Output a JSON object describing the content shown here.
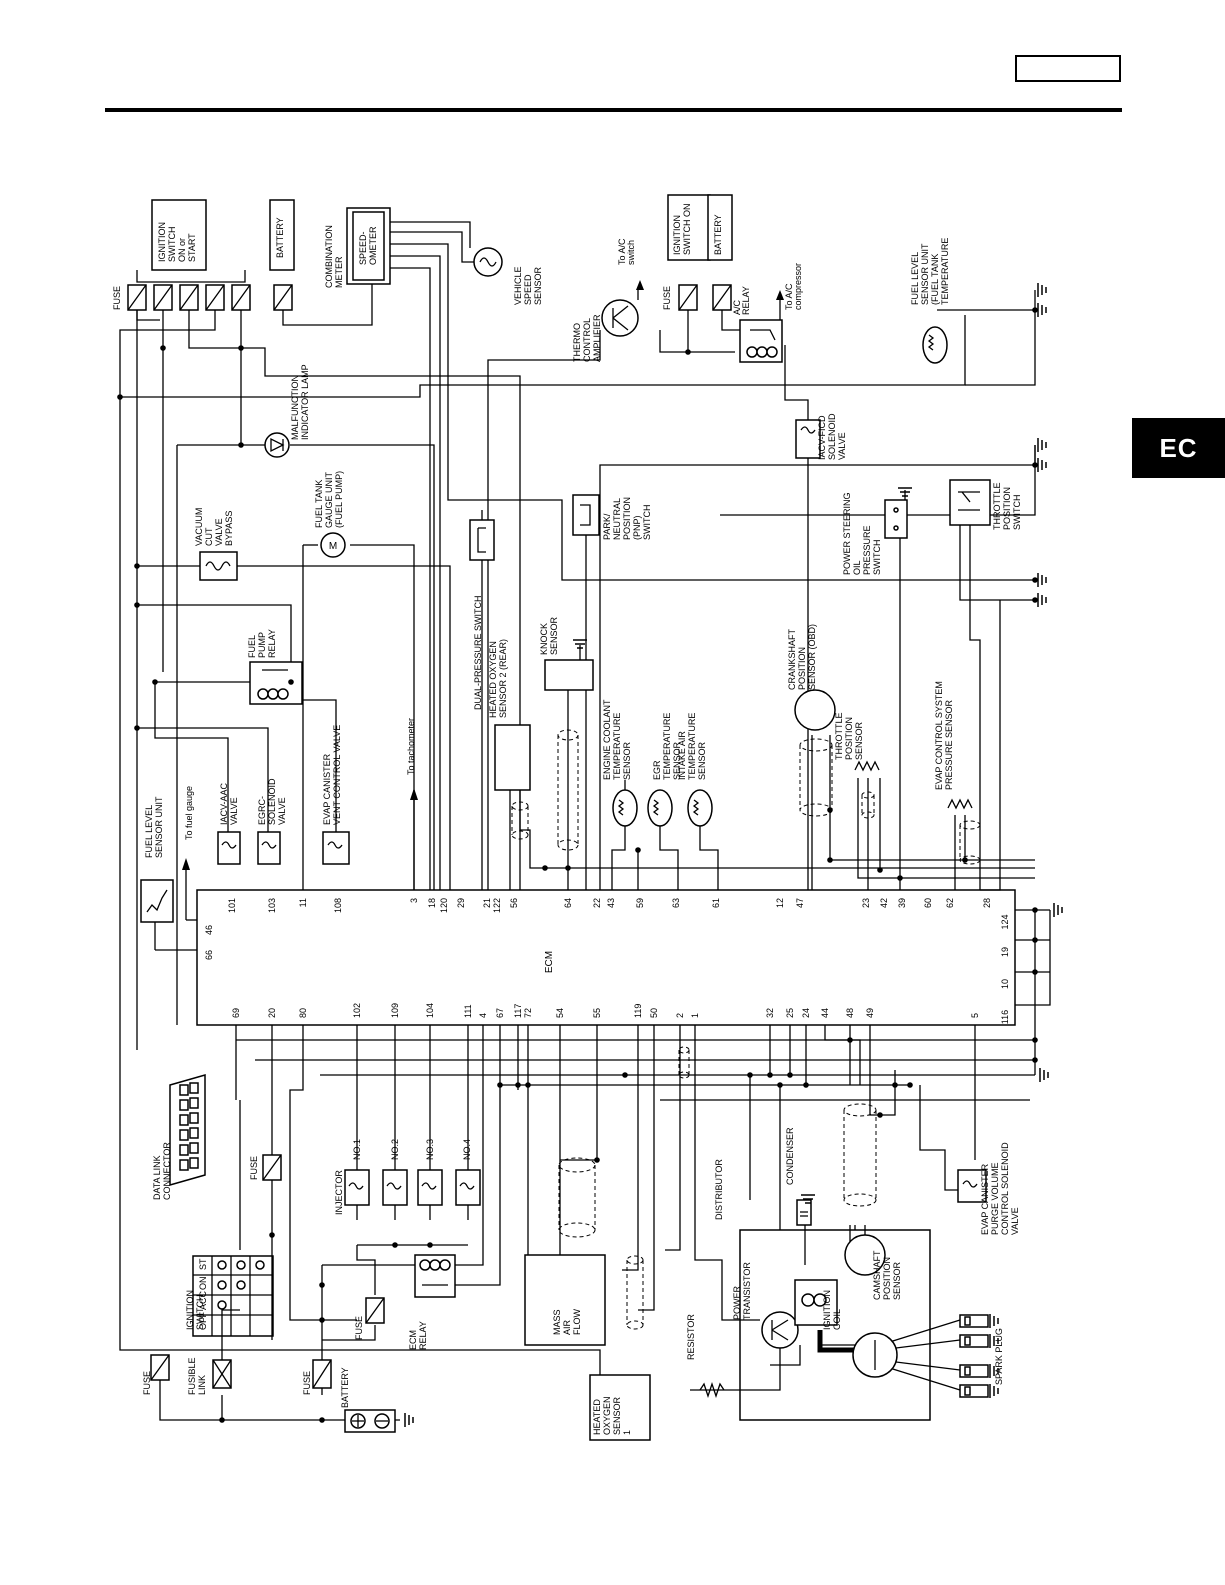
{
  "section_tab": "EC",
  "ecm": {
    "label": "ECM",
    "top_pins": [
      "101",
      "103",
      "11",
      "108",
      "3",
      "18",
      "120",
      "29",
      "21",
      "122",
      "56",
      "64",
      "22",
      "43",
      "59",
      "63",
      "61",
      "12",
      "47",
      "23",
      "42",
      "39",
      "60",
      "62",
      "28"
    ],
    "right_pins": [
      "124",
      "19",
      "10",
      "116"
    ],
    "bottom_pins": [
      "69",
      "20",
      "80",
      "102",
      "109",
      "104",
      "111",
      "4",
      "67",
      "117",
      "72",
      "54",
      "55",
      "119",
      "50",
      "2",
      "1",
      "32",
      "25",
      "24",
      "44",
      "48",
      "49",
      "5"
    ],
    "left_pins": [
      "46",
      "66"
    ]
  },
  "labels": {
    "ignition_switch_top": "IGNITION SWITCH ON or START",
    "battery_top": "BATTERY",
    "fuse_top": "FUSE",
    "combination_meter": "COMBINATION METER",
    "speedometer": "SPEED- OMETER",
    "vehicle_speed_sensor": "VEHICLE SPEED SENSOR",
    "thermo_control_amplifier": "THERMO CONTROL AMPLIFIER",
    "to_ac_switch": "To A/C switch",
    "fuse_ign_on": "FUSE",
    "ignition_switch_on": "IGNITION SWITCH ON",
    "battery_ac": "BATTERY",
    "ac_relay": "A/C RELAY",
    "to_ac_compressor": "To A/C compressor",
    "fuel_level_sensor_unit_temp": "FUEL LEVEL SENSOR UNIT (FUEL TANK TEMPERATURE SENSOR)",
    "malfunction_indicator_lamp": "MALFUNCTION INDICATOR LAMP",
    "iacv_ficd": "IACV-FICD SOLENOID VALVE",
    "fuel_tank_gauge_unit": "FUEL TANK GAUGE UNIT (FUEL PUMP)",
    "vacuum_cut_valve": "VACUUM CUT VALVE BYPASS VALVE",
    "pnp_switch": "PARK/ NEUTRAL POSITION (PNP) SWITCH",
    "throttle_position_switch": "THROTTLE POSITION SWITCH",
    "power_steering": "POWER STEERING OIL PRESSURE SWITCH",
    "fuel_pump_relay": "FUEL PUMP RELAY",
    "dual_pressure_switch": "DUAL-PRESSURE SWITCH",
    "heated_oxygen_rear": "HEATED OXYGEN SENSOR 2 (REAR)",
    "knock_sensor": "KNOCK SENSOR",
    "crankshaft_sensor": "CRANKSHAFT POSITION SENSOR (OBD)",
    "fuel_level_sensor_unit": "FUEL LEVEL SENSOR UNIT",
    "to_fuel_gauge": "To fuel gauge",
    "iacv_aac": "IACV-AAC VALVE",
    "egrc_solenoid": "EGRC- SOLENOID VALVE",
    "evap_vent": "EVAP CANISTER VENT CONTROL VALVE",
    "to_tachometer": "To tachometer",
    "engine_coolant": "ENGINE COOLANT TEMPERATURE SENSOR",
    "egr_temp": "EGR TEMPERATURE SENSOR",
    "intake_air": "INTAKE AIR TEMPERATURE SENSOR",
    "throttle_position_sensor": "THROTTLE POSITION SENSOR",
    "evap_pressure_sensor": "EVAP CONTROL SYSTEM PRESSURE SENSOR",
    "data_link_connector": "DATA LINK CONNECTOR",
    "fuse_dlc": "FUSE",
    "injector": "INJECTOR",
    "injector_nums": [
      "NO.1",
      "NO.2",
      "NO.3",
      "NO.4"
    ],
    "condenser": "CONDENSER",
    "distributor": "DISTRIBUTOR",
    "evap_purge": "EVAP CANISTER PURGE VOLUME CONTROL SOLENOID VALVE",
    "ignition_switch_table": "IGNITION SWITCH",
    "ig_table_cols": [
      "OFF",
      "ACC",
      "ON",
      "ST"
    ],
    "fuse_ecm": "FUSE",
    "ecm_relay": "ECM RELAY",
    "mass_air_flow": "MASS AIR FLOW SENSOR",
    "power_transistor": "POWER TRANSISTOR",
    "ignition_coil": "IGNITION COIL",
    "camshaft_sensor": "CAMSHAFT POSITION SENSOR",
    "spark_plug": "SPARK PLUG",
    "resistor": "RESISTOR",
    "heated_oxygen_front": "HEATED OXYGEN SENSOR 1 (FRONT)",
    "fuse_bottom": "FUSE",
    "fusible_link": "FUSIBLE LINK",
    "fuse_battery": "FUSE",
    "battery_bottom": "BATTERY"
  }
}
